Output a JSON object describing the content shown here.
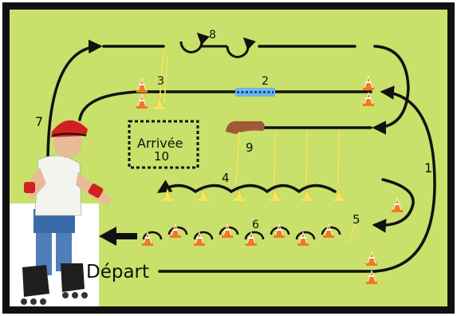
{
  "course": {
    "start_label": "Départ",
    "finish_label": "Arrivée",
    "finish_number": "10",
    "steps": [
      {
        "id": "1",
        "label": "1"
      },
      {
        "id": "2",
        "label": "2"
      },
      {
        "id": "3",
        "label": "3"
      },
      {
        "id": "4",
        "label": "4"
      },
      {
        "id": "5",
        "label": "5"
      },
      {
        "id": "6",
        "label": "6"
      },
      {
        "id": "7",
        "label": "7"
      },
      {
        "id": "8",
        "label": "8"
      },
      {
        "id": "9",
        "label": "9"
      }
    ]
  },
  "colors": {
    "background": "#c9e06a",
    "frame": "#111111",
    "path": "#111111",
    "cone_orange": "#f07a22",
    "cone_yellow": "#f6e65a",
    "bridge_blue": "#6fb6e8",
    "board_brown": "#a0583a",
    "helmet_red": "#d02020"
  },
  "icons": {
    "child": "child-on-rollerblades-photo",
    "cone": "traffic-cone-icon",
    "arrow": "direction-arrow-icon",
    "loop": "loop-arrow-icon"
  }
}
